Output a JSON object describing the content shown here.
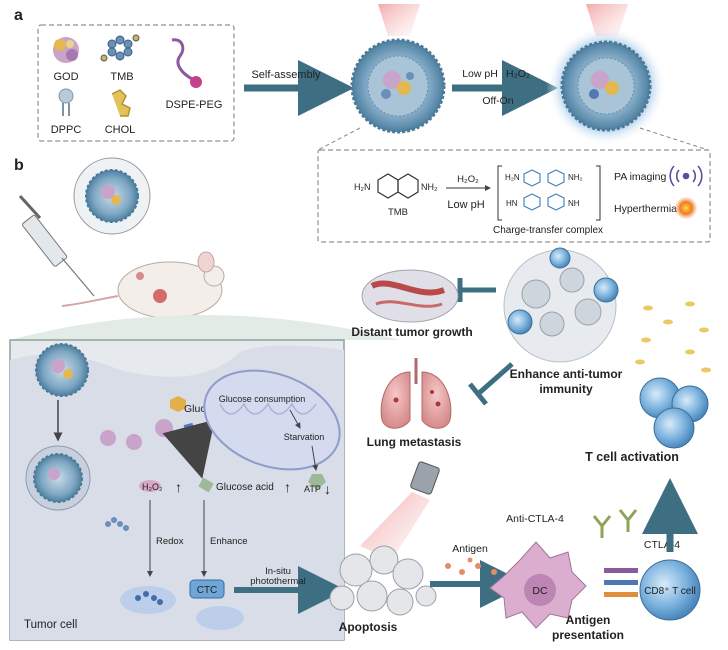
{
  "panel_a": {
    "letter": "a",
    "components": {
      "god": "GOD",
      "tmb": "TMB",
      "dspe_peg": "DSPE-PEG",
      "dppc": "DPPC",
      "chol": "CHOL"
    },
    "self_assembly": "Self-assembly",
    "conditions": {
      "low_ph": "Low pH",
      "h2o2": "H₂O₂",
      "off_on": "Off-On"
    },
    "reaction": {
      "h2n_left": "H₂N",
      "nh2_right": "NH₂",
      "tmb_label": "TMB",
      "h2o2": "H₂O₂",
      "low_ph": "Low pH",
      "h2n_top": "H₂N",
      "nh2_top": "NH₂",
      "hn_bottom": "HN",
      "nh_bottom": "NH",
      "complex": "Charge-transfer complex",
      "pa_imaging": "PA imaging",
      "hyperthermia": "Hyperthermia"
    }
  },
  "panel_b": {
    "letter": "b",
    "tumor_cell": "Tumor cell",
    "glucose": "Glucose",
    "glucose_consumption": "Glucose consumption",
    "starvation": "Starvation",
    "h2o2": "H₂O₂",
    "glucose_acid": "Glucose acid",
    "atp": "ATP",
    "redox": "Redox",
    "enhance": "Enhance",
    "ctc": "CTC",
    "in_situ": "In-situ",
    "photothermal": "photothermal",
    "apoptosis": "Apoptosis",
    "antigen": "Antigen",
    "anti_ctla4": "Anti-CTLA-4",
    "ctla4": "CTLA-4",
    "dc": "DC",
    "cd8": "CD8⁺ T cell",
    "antigen_presentation_1": "Antigen",
    "antigen_presentation_2": "presentation",
    "t_cell_activation": "T cell activation",
    "enhance_immunity_1": "Enhance anti-tumor",
    "enhance_immunity_2": "immunity",
    "distant_tumor": "Distant tumor growth",
    "lung_metastasis": "Lung metastasis"
  },
  "colors": {
    "arrow": "#3d6e82",
    "panel_bg": "#e8ebee",
    "cell_bg": "#d8dde6",
    "nano_blue": "#5c95b8",
    "red_up": "#b01c1c"
  }
}
